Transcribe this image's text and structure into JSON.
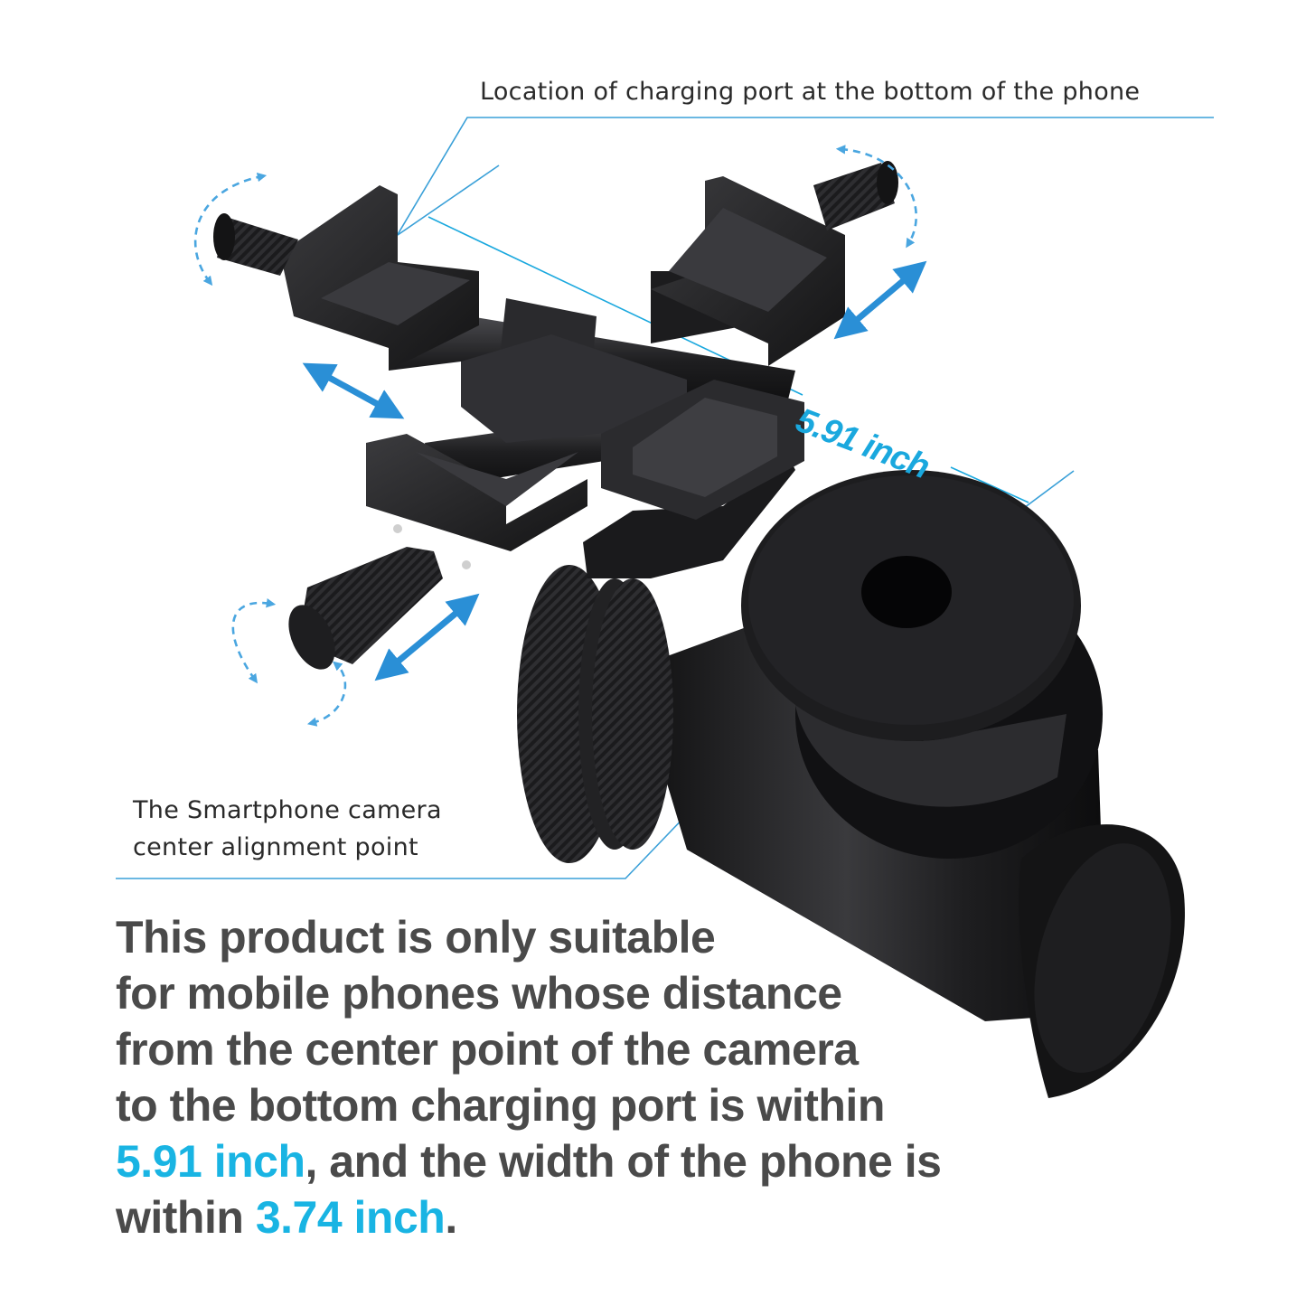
{
  "callouts": {
    "charging_port": "Location of charging port at the bottom of the phone",
    "camera_center_line1": "The Smartphone camera",
    "camera_center_line2": "center alignment point"
  },
  "dimension_label": "5.91 inch",
  "notice": {
    "line1": "This product is only suitable",
    "line2": "for mobile phones whose distance",
    "line3": "from the center point of the camera",
    "line4": "to the bottom charging port is within",
    "line5_highlight": "5.91 inch",
    "line5_rest": ", and the width of the phone is",
    "line6_start": "within ",
    "line6_highlight": "3.74 inch",
    "line6_end": "."
  },
  "colors": {
    "accent": "#1aa8de",
    "arrow_blue": "#2a8fd6",
    "callout_line": "#3aa0d8",
    "body_text": "#4a4a4a",
    "metal": "#1c1c1e"
  },
  "icons": [
    "double-arrow-icon",
    "rotate-arrow-icon"
  ]
}
